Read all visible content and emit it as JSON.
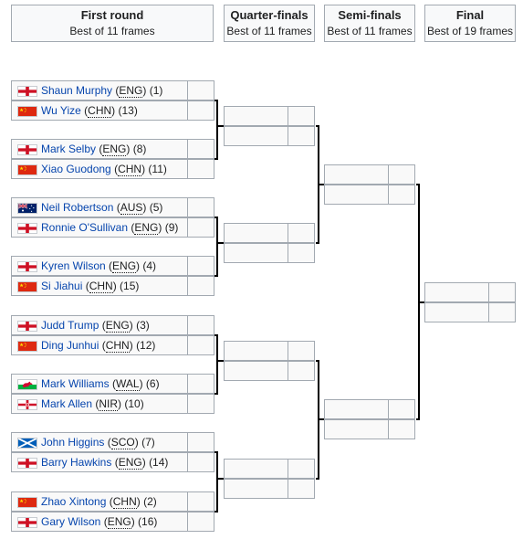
{
  "headers": [
    {
      "round": "First round",
      "format": "Best of 11 frames"
    },
    {
      "round": "Quarter-finals",
      "format": "Best of 11 frames"
    },
    {
      "round": "Semi-finals",
      "format": "Best of 11 frames"
    },
    {
      "round": "Final",
      "format": "Best of 19 frames"
    }
  ],
  "players": [
    {
      "name": "Shaun Murphy",
      "nat": "ENG",
      "seed": "(1)",
      "flag": "england-flag-icon"
    },
    {
      "name": "Wu Yize",
      "nat": "CHN",
      "seed": "(13)",
      "flag": "china-flag-icon"
    },
    {
      "name": "Mark Selby",
      "nat": "ENG",
      "seed": "(8)",
      "flag": "england-flag-icon"
    },
    {
      "name": "Xiao Guodong",
      "nat": "CHN",
      "seed": "(11)",
      "flag": "china-flag-icon"
    },
    {
      "name": "Neil Robertson",
      "nat": "AUS",
      "seed": "(5)",
      "flag": "australia-flag-icon"
    },
    {
      "name": "Ronnie O'Sullivan",
      "nat": "ENG",
      "seed": "(9)",
      "flag": "england-flag-icon"
    },
    {
      "name": "Kyren Wilson",
      "nat": "ENG",
      "seed": "(4)",
      "flag": "england-flag-icon"
    },
    {
      "name": "Si Jiahui",
      "nat": "CHN",
      "seed": "(15)",
      "flag": "china-flag-icon"
    },
    {
      "name": "Judd Trump",
      "nat": "ENG",
      "seed": "(3)",
      "flag": "england-flag-icon"
    },
    {
      "name": "Ding Junhui",
      "nat": "CHN",
      "seed": "(12)",
      "flag": "china-flag-icon"
    },
    {
      "name": "Mark Williams",
      "nat": "WAL",
      "seed": "(6)",
      "flag": "wales-flag-icon"
    },
    {
      "name": "Mark Allen",
      "nat": "NIR",
      "seed": "(10)",
      "flag": "northern-ireland-flag-icon"
    },
    {
      "name": "John Higgins",
      "nat": "SCO",
      "seed": "(7)",
      "flag": "scotland-flag-icon"
    },
    {
      "name": "Barry Hawkins",
      "nat": "ENG",
      "seed": "(14)",
      "flag": "england-flag-icon"
    },
    {
      "name": "Zhao Xintong",
      "nat": "CHN",
      "seed": "(2)",
      "flag": "china-flag-icon"
    },
    {
      "name": "Gary Wilson",
      "nat": "ENG",
      "seed": "(16)",
      "flag": "england-flag-icon"
    }
  ]
}
